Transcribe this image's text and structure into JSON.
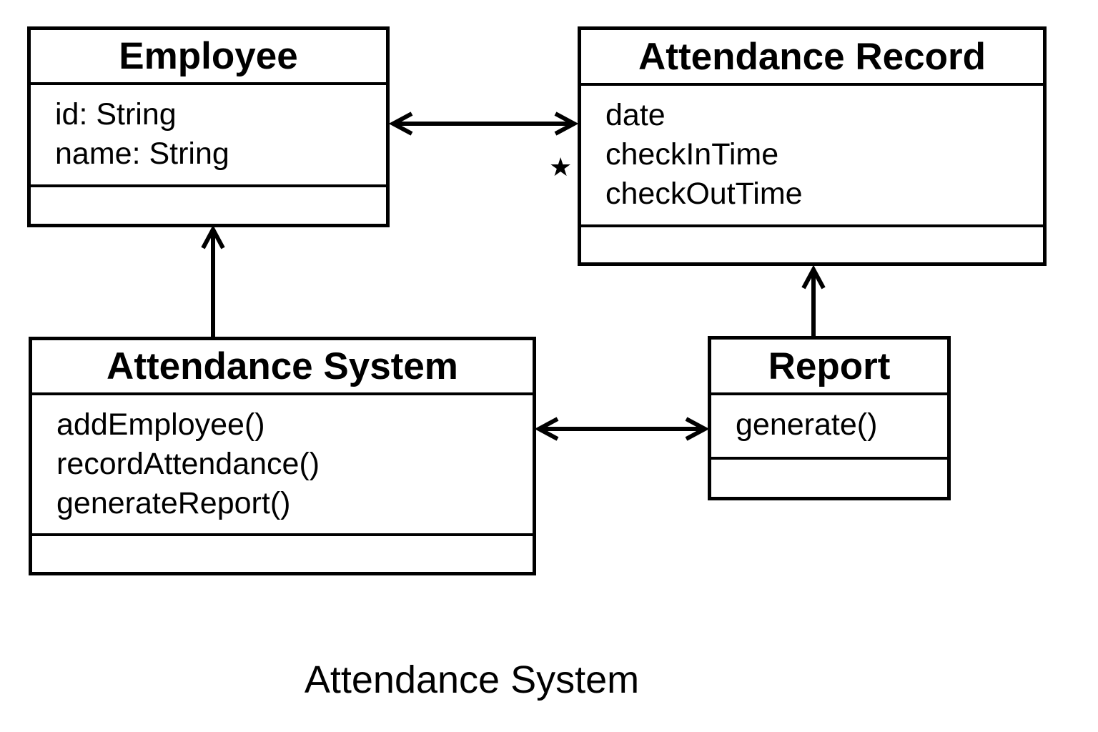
{
  "diagram": {
    "caption": "Attendance System",
    "colors": {
      "line": "#000000",
      "text": "#000000",
      "background": "#ffffff"
    },
    "classes": [
      {
        "name": "Employee",
        "attributes": [
          "id: String",
          "name: String"
        ],
        "methods": []
      },
      {
        "name": "Attendance Record",
        "attributes": [
          "date",
          "checkInTime",
          "checkOutTime"
        ],
        "methods": []
      },
      {
        "name": "Attendance System",
        "attributes": [],
        "methods": [
          "addEmployee()",
          "recordAttendance()",
          "generateReport()"
        ]
      },
      {
        "name": "Report",
        "attributes": [],
        "methods": [
          "generate()"
        ]
      }
    ],
    "relations": [
      {
        "from": "Employee",
        "to": "Attendance Record",
        "style": "double-arrow",
        "multiplicity": "*",
        "multiplicity_display": "★"
      },
      {
        "from": "Attendance System",
        "to": "Employee",
        "style": "arrow"
      },
      {
        "from": "Attendance System",
        "to": "Report",
        "style": "double-arrow"
      },
      {
        "from": "Report",
        "to": "Attendance Record",
        "style": "arrow"
      }
    ]
  }
}
